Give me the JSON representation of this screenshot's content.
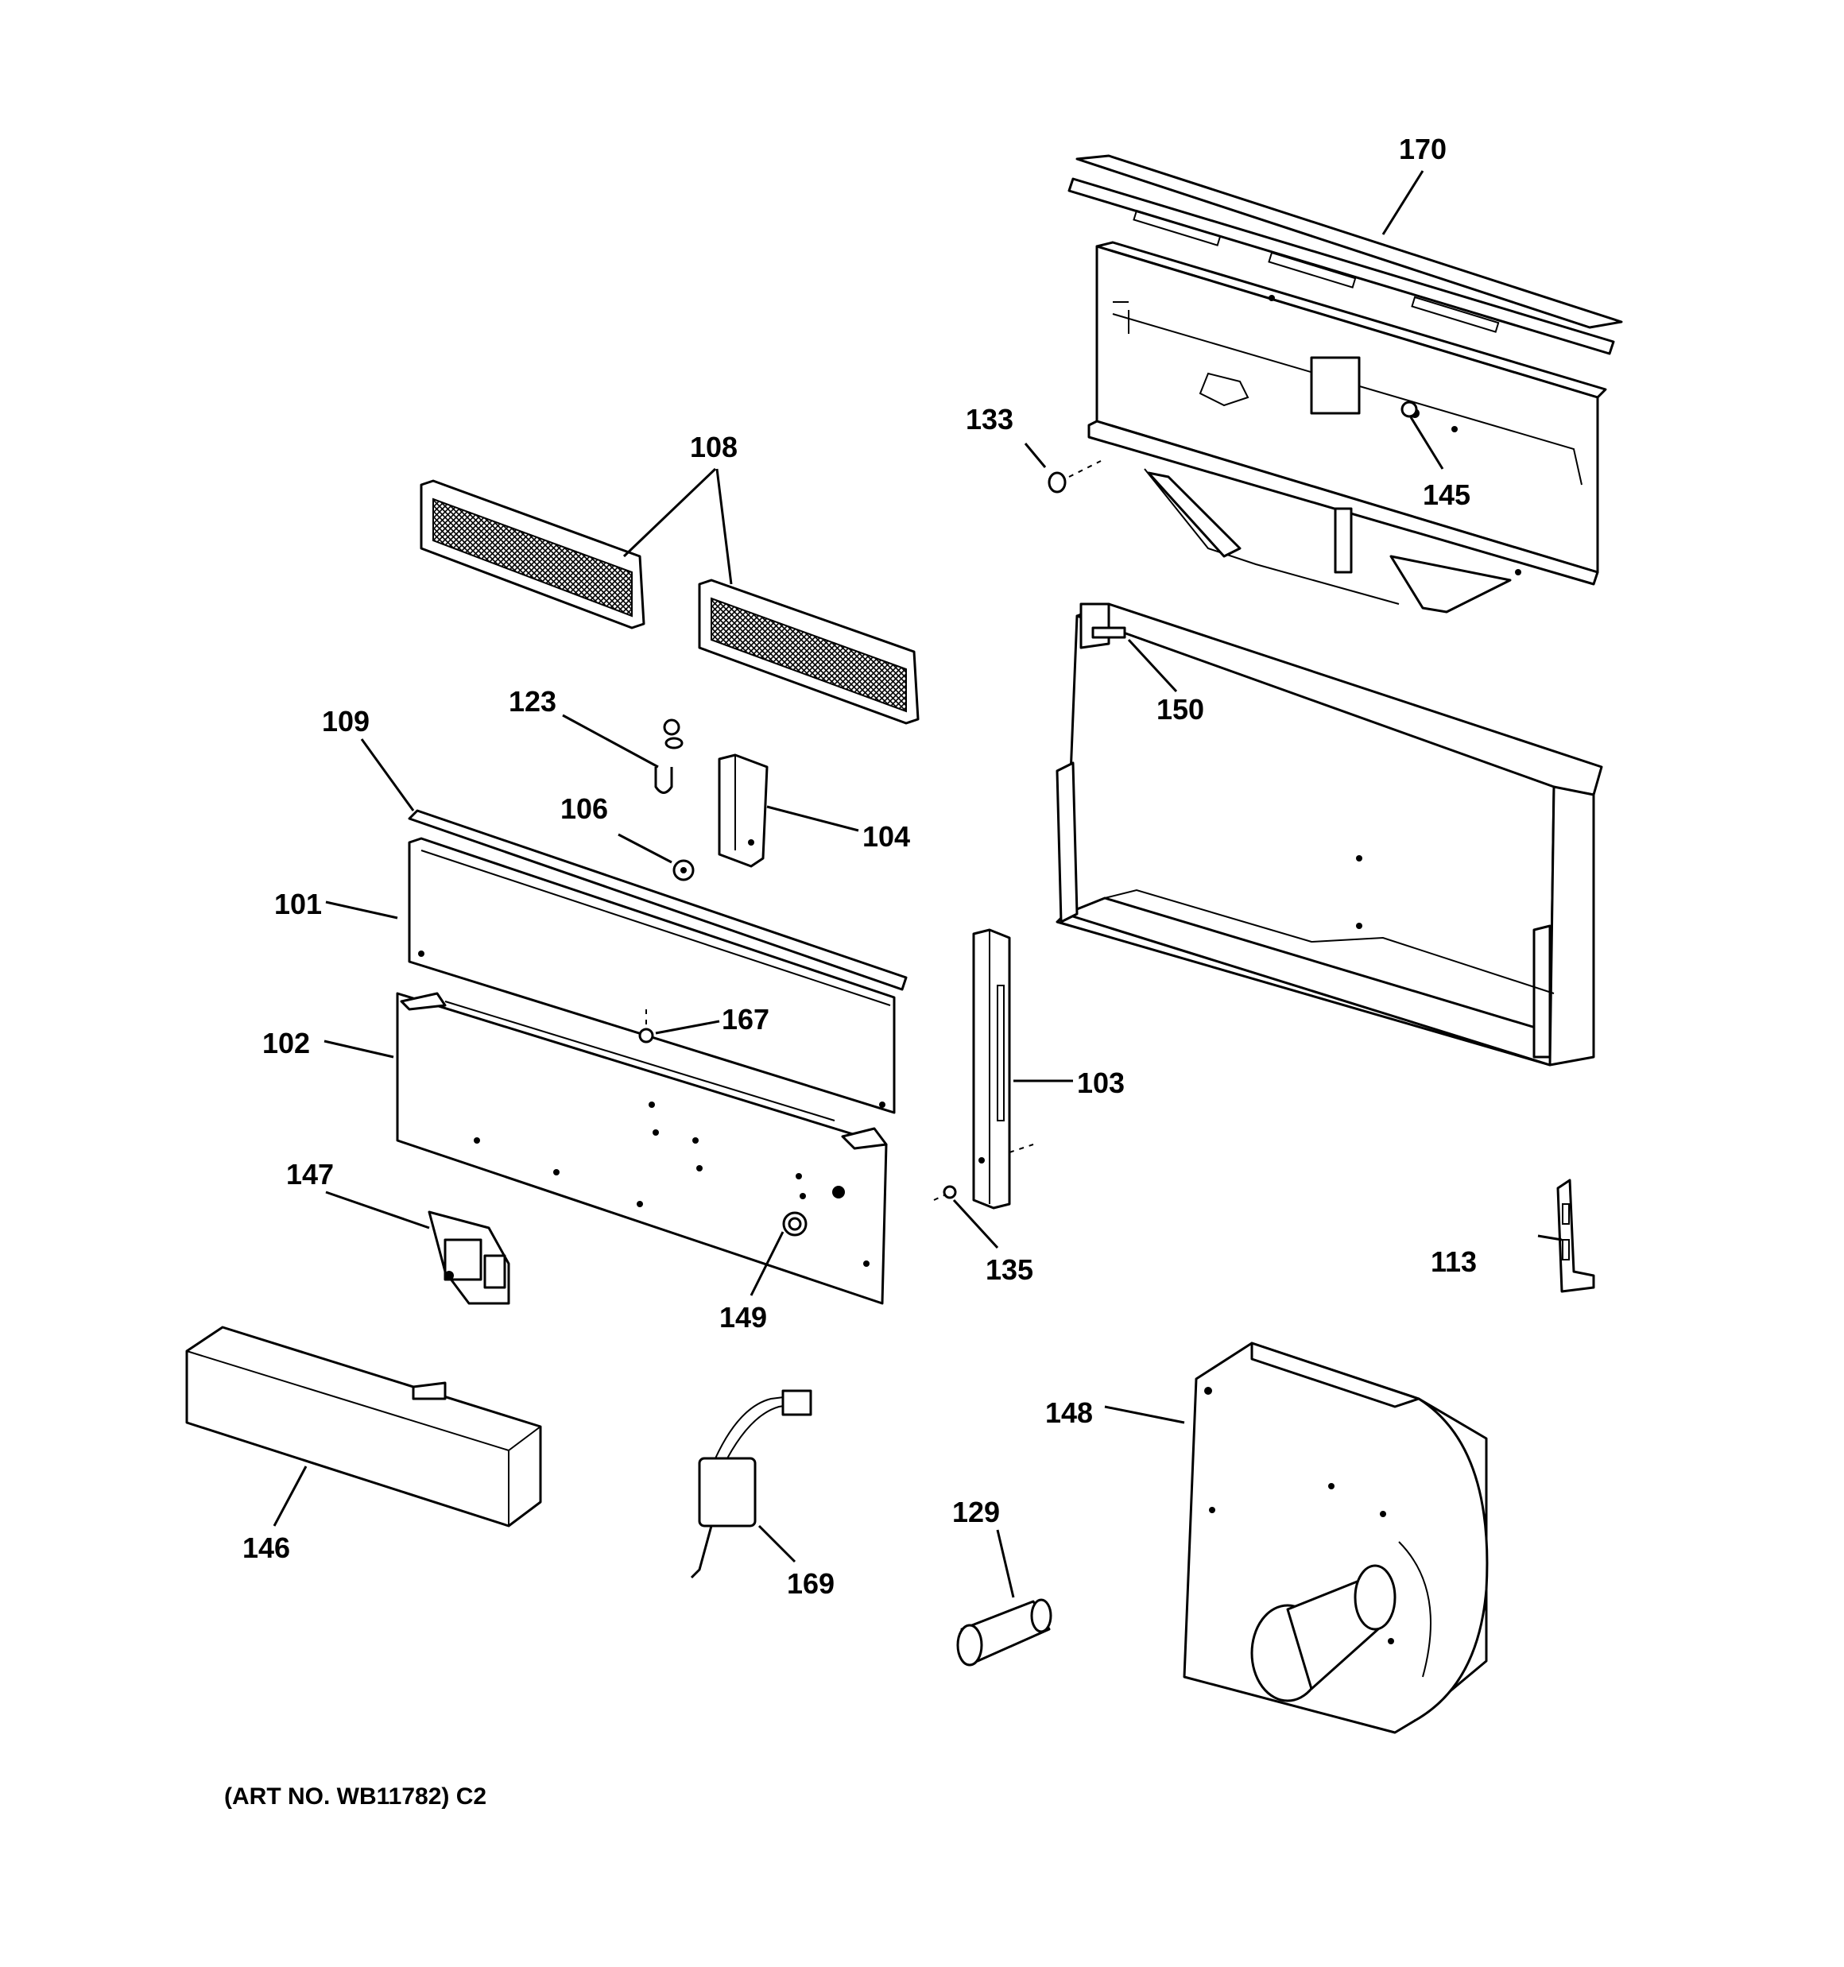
{
  "diagram": {
    "art_number": "(ART NO. WB11782) C2",
    "callouts": {
      "101": "101",
      "102": "102",
      "103": "103",
      "104": "104",
      "106": "106",
      "108": "108",
      "109": "109",
      "113": "113",
      "123": "123",
      "129": "129",
      "133": "133",
      "135": "135",
      "145": "145",
      "146": "146",
      "147": "147",
      "148": "148",
      "149": "149",
      "150": "150",
      "167": "167",
      "169": "169",
      "170": "170"
    }
  }
}
